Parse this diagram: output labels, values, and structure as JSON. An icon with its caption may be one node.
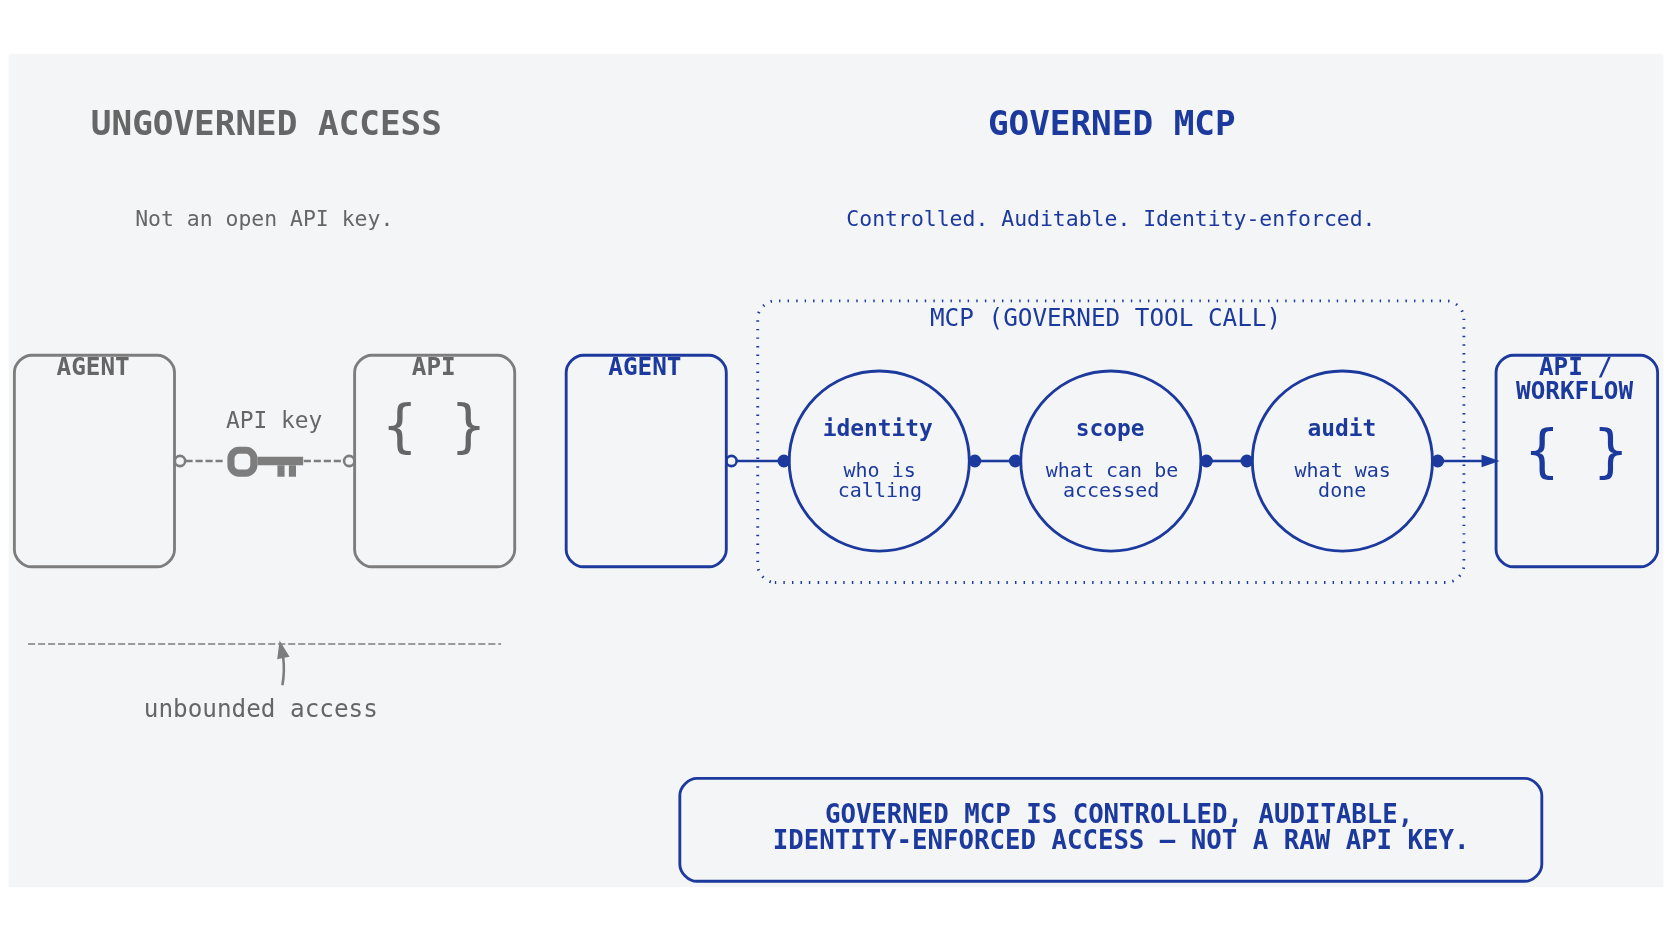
{
  "diagram": {
    "nodes": [
      {
        "text": [
          "AGENT"
        ]
      },
      {
        "text": [],
        "shape": "picture",
        "beside": [
          "API key"
        ]
      },
      {
        "text": [
          "API",
          "{ }"
        ]
      },
      {
        "text": [],
        "shape": "bracket"
      },
      {
        "text": [
          "unbounded access"
        ]
      },
      {
        "text": [
          "AGENT"
        ]
      },
      {
        "text": [
          "MCP (GOVERNED TOOL CALL)"
        ]
      },
      {
        "text": [
          "identity",
          "who is calling"
        ],
        "in": 6
      },
      {
        "text": [
          "scope",
          "what can be accessed"
        ],
        "in": 6
      },
      {
        "text": [
          "audit",
          "what was done"
        ],
        "in": 6
      },
      {
        "text": [
          "API / WORKFLOW",
          "{ }"
        ]
      },
      {
        "text": [
          "GOVERNED MCP IS CONTROLLED, AUDITABLE, IDENTITY-ENFORCED ACCESS — NOT A RAW API KEY."
        ]
      }
    ],
    "edges": [
      {
        "from": 0,
        "to": 1,
        "arrow": "other",
        "style": "dashed",
        "color": "#7d7d7d"
      },
      {
        "from": 1,
        "to": 2,
        "arrow": "other",
        "style": "dashed",
        "color": "#7d7d7d"
      },
      {
        "from": 4,
        "to": 3,
        "arrow": "to",
        "color": "#7d7d7d"
      },
      {
        "from": 5,
        "to": 7,
        "arrow": "other"
      },
      {
        "from": 7,
        "to": 8,
        "arrow": "other"
      },
      {
        "from": 8,
        "to": 9,
        "arrow": "other"
      },
      {
        "from": 9,
        "to": 10,
        "arrow": "to"
      }
    ],
    "labels": [
      "UNGOVERNED ACCESS",
      "Not an open API key.",
      "GOVERNED MCP",
      "Controlled. Auditable. Identity-enforced."
    ]
  }
}
